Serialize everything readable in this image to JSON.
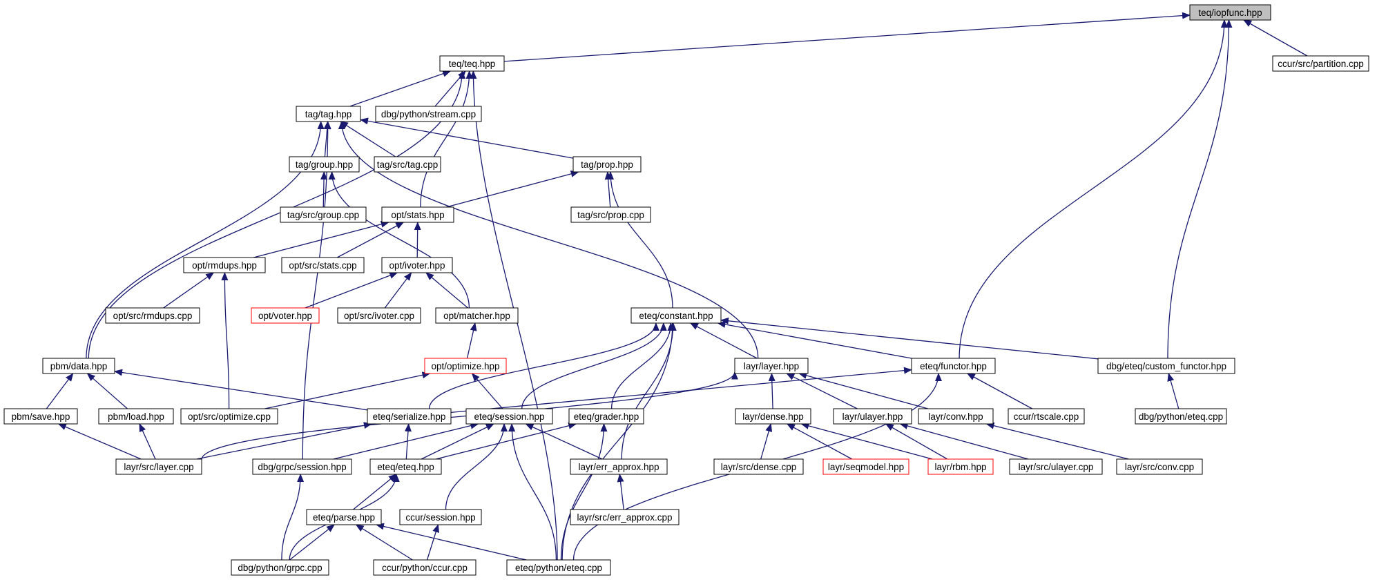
{
  "colors": {
    "edge": "#191970",
    "node_border": "#000000",
    "node_border_incomplete": "#ff0000",
    "root_fill": "#bfbfbf",
    "background": "#ffffff"
  },
  "nodes": {
    "iopfunc": "teq/iopfunc.hpp",
    "teq": "teq/teq.hpp",
    "partition": "ccur/src/partition.cpp",
    "tag": "tag/tag.hpp",
    "stream": "dbg/python/stream.cpp",
    "group": "tag/group.hpp",
    "tagcpp": "tag/src/tag.cpp",
    "prop": "tag/prop.hpp",
    "groupcpp": "tag/src/group.cpp",
    "stats": "opt/stats.hpp",
    "propcpp": "tag/src/prop.cpp",
    "rmdups": "opt/rmdups.hpp",
    "statscpp": "opt/src/stats.cpp",
    "ivoter": "opt/ivoter.hpp",
    "rmdupscpp": "opt/src/rmdups.cpp",
    "voter": "opt/voter.hpp",
    "ivotercpp": "opt/src/ivoter.cpp",
    "matcher": "opt/matcher.hpp",
    "constant": "eteq/constant.hpp",
    "data": "pbm/data.hpp",
    "optimize": "opt/optimize.hpp",
    "layer": "layr/layer.hpp",
    "functor": "eteq/functor.hpp",
    "customfunctor": "dbg/eteq/custom_functor.hpp",
    "save": "pbm/save.hpp",
    "load": "pbm/load.hpp",
    "optimizecpp": "opt/src/optimize.cpp",
    "serialize": "eteq/serialize.hpp",
    "session": "eteq/session.hpp",
    "grader": "eteq/grader.hpp",
    "dense": "layr/dense.hpp",
    "ulayer": "layr/ulayer.hpp",
    "conv": "layr/conv.hpp",
    "rtscale": "ccur/rtscale.cpp",
    "pyeteq_dbg": "dbg/python/eteq.cpp",
    "layercpp": "layr/src/layer.cpp",
    "grpcsession": "dbg/grpc/session.hpp",
    "eteqhpp": "eteq/eteq.hpp",
    "errapprox": "layr/err_approx.hpp",
    "densecpp": "layr/src/dense.cpp",
    "seqmodel": "layr/seqmodel.hpp",
    "rbm": "layr/rbm.hpp",
    "ulayercpp": "layr/src/ulayer.cpp",
    "convcpp": "layr/src/conv.cpp",
    "parse": "eteq/parse.hpp",
    "ccursession": "ccur/session.hpp",
    "errapproxcpp": "layr/src/err_approx.cpp",
    "grpccpp": "dbg/python/grpc.cpp",
    "ccurcpp": "ccur/python/ccur.cpp",
    "pyeteq": "eteq/python/eteq.cpp"
  }
}
